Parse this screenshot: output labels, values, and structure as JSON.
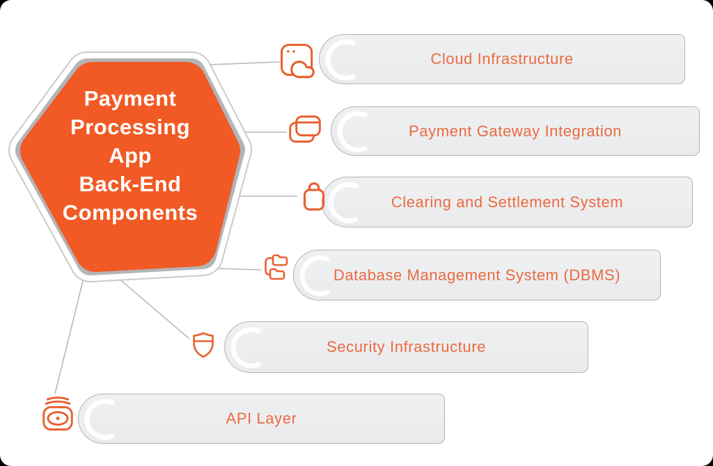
{
  "diagram": {
    "title": {
      "text": "Payment Processing App Back-End Components",
      "lines": [
        "Payment",
        "Processing",
        "App",
        "Back-End",
        "Components"
      ]
    },
    "items": [
      {
        "label": "Cloud Infrastructure",
        "icon": "cloud-app-icon"
      },
      {
        "label": "Payment Gateway Integration",
        "icon": "credit-cards-icon"
      },
      {
        "label": "Clearing and Settlement System",
        "icon": "trash-bin-icon"
      },
      {
        "label": "Database Management System (DBMS)",
        "icon": "folder-tree-icon"
      },
      {
        "label": "Security Infrastructure",
        "icon": "shield-icon"
      },
      {
        "label": "API Layer",
        "icon": "layers-stack-icon"
      }
    ]
  },
  "colors": {
    "hexagon_fill": "#F15A24",
    "hexagon_ring_gray": "#B3B4B7",
    "hexagon_outline": "#C9CACC",
    "icon_stroke": "#E8602F",
    "pill_text": "#EC6A3F",
    "pill_background": "#ECEDEF",
    "pill_border": "#B2B3B6",
    "connector_line": "#B7B8BB",
    "title_text": "#FFFFFF",
    "page_background": "#FFFFFF"
  }
}
